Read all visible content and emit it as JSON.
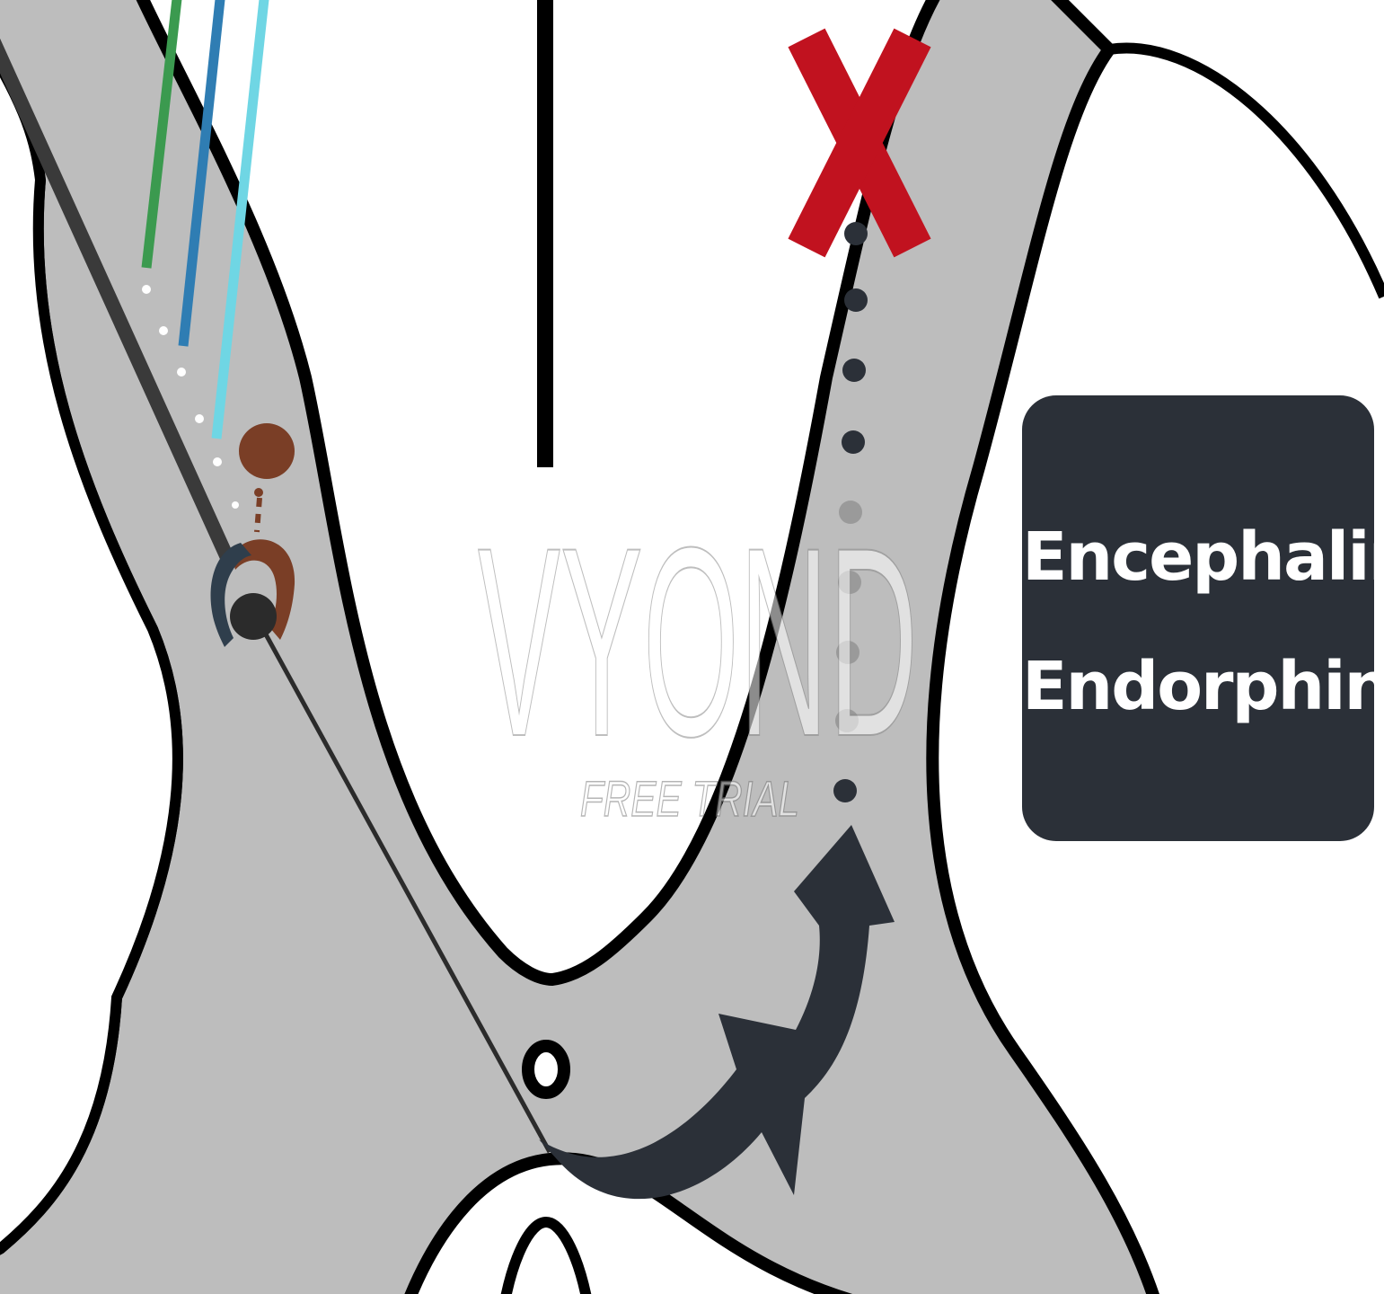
{
  "label": {
    "line1": "Encephalin",
    "line2": "Endorphins"
  },
  "watermark": {
    "brand": "VYOND",
    "subtitle": "FREE TRIAL"
  },
  "icons": {
    "blocked": "red-x-icon",
    "arrow": "curved-up-arrow-icon"
  },
  "colors": {
    "tissue": "#bdbdbd",
    "outline": "#000000",
    "fiber_green": "#3b9a4f",
    "fiber_blue": "#2f7db3",
    "fiber_cyan": "#6fd6e4",
    "neuron_brown": "#7a3e26",
    "dark": "#2b3038",
    "cross": "#c1121f",
    "label_bg": "#2b3038",
    "label_text": "#ffffff"
  }
}
